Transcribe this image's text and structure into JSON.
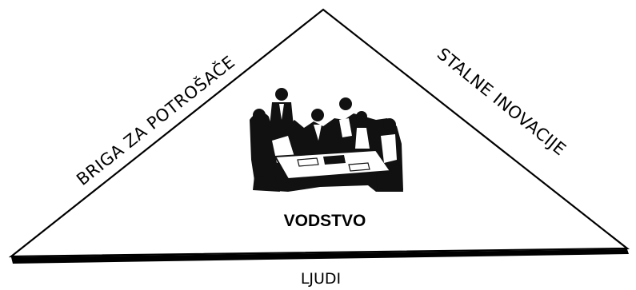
{
  "diagram": {
    "left_side_label": "BRIGA ZA POTROŠAČE",
    "right_side_label": "STALNE INOVACIJE",
    "center_label": "VODSTVO",
    "base_label": "LJUDI",
    "picture": "meeting-people-illustration"
  },
  "colors": {
    "stroke": "#000000",
    "background": "#ffffff"
  }
}
